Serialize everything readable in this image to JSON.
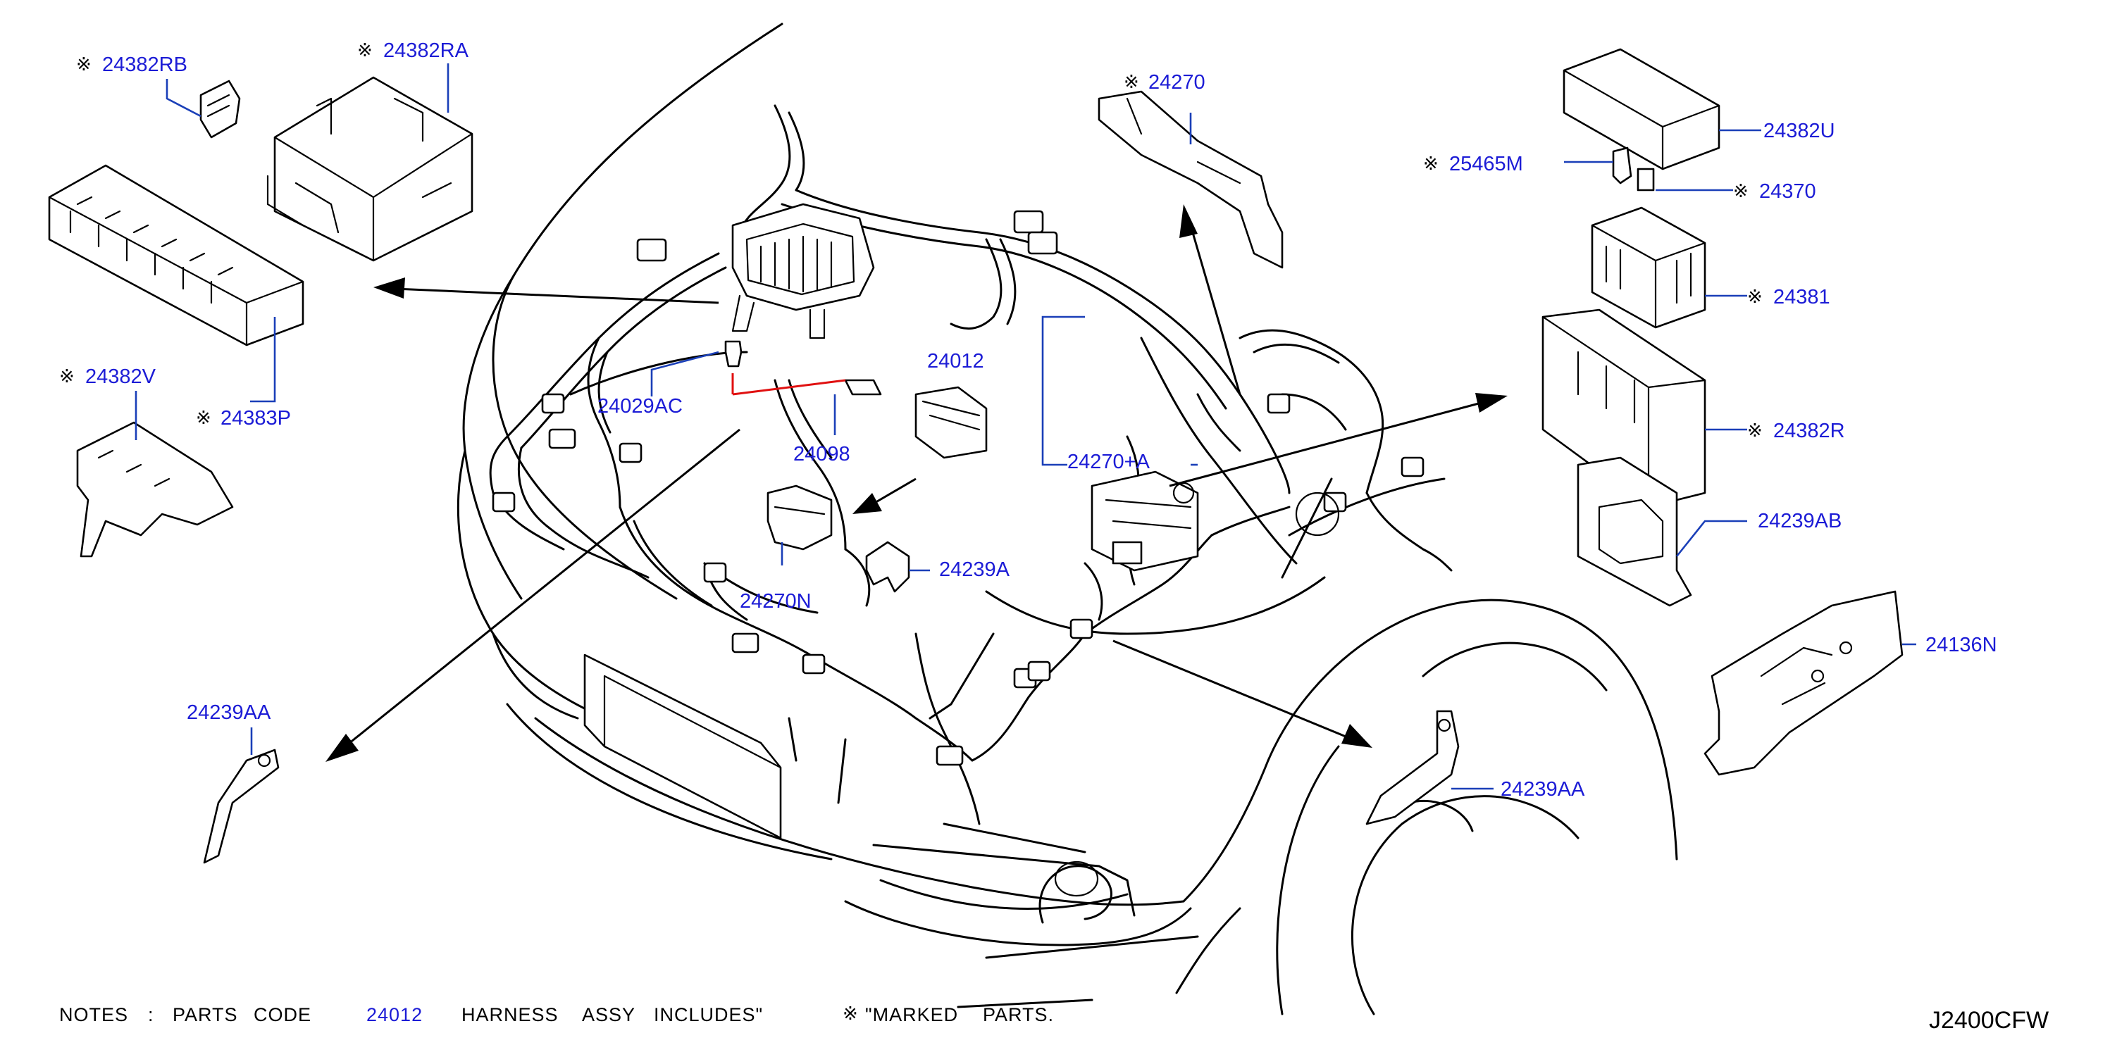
{
  "labels": {
    "p24382RB": "24382RB",
    "p24382RA": "24382RA",
    "p24382V": "24382V",
    "p24383P": "24383P",
    "p24239AA_left": "24239AA",
    "p24029AC": "24029AC",
    "p24098": "24098",
    "p24270N": "24270N",
    "p24239A": "24239A",
    "p24012": "24012",
    "p24270A": "24270+A",
    "p24270": "24270",
    "p24382U": "24382U",
    "p25465M": "25465M",
    "p24370": "24370",
    "p24381": "24381",
    "p24382R": "24382R",
    "p24239AB": "24239AB",
    "p24136N": "24136N",
    "p24239AA_right": "24239AA"
  },
  "mark_symbol": "※",
  "notes": {
    "prefix": "NOTES",
    "colon": ":",
    "parts": "PARTS",
    "code_word": "CODE",
    "code_value": "24012",
    "harness": "HARNESS",
    "assy": "ASSY",
    "includes": "INCLUDES\"",
    "marked_symbol": "※",
    "marked": "\"MARKED",
    "parts_end": "PARTS."
  },
  "diagram_code": "J2400CFW",
  "colors": {
    "leader_blue": "#1a3fb8",
    "label_blue": "#1c1cd6",
    "leader_red": "#e01010"
  }
}
